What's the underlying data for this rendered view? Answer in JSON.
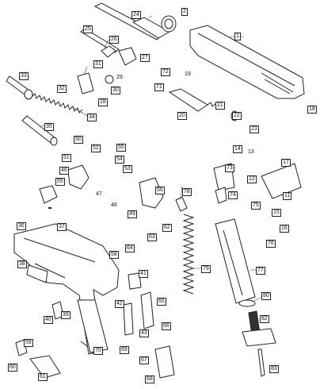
{
  "labels": {
    "1": "1",
    "2": "2",
    "12": "12",
    "13": "13",
    "14": "14",
    "15": "15",
    "16": "16",
    "17": "17",
    "18": "18",
    "19": "19",
    "20": "20",
    "21": "21",
    "22": "22",
    "23": "23",
    "24": "24",
    "25": "25",
    "26": "26",
    "27": "27",
    "28": "28",
    "29": "29",
    "30": "30",
    "31": "31",
    "32": "32",
    "33": "33",
    "34": "34",
    "35": "35",
    "36": "36",
    "37": "37",
    "38": "38",
    "39": "39",
    "40": "40",
    "41": "41",
    "42": "42",
    "43": "43",
    "46": "46",
    "47": "47",
    "48": "48",
    "49": "49",
    "50": "50",
    "51": "51",
    "52": "52",
    "53": "53",
    "54": "54",
    "55": "55",
    "56": "56",
    "58": "58",
    "59": "59",
    "60": "60",
    "61": "61",
    "62": "62",
    "63": "63",
    "64": "64",
    "65": "65",
    "66": "66",
    "67": "67",
    "68": "68",
    "69": "69",
    "70": "70",
    "71": "71",
    "72": "72",
    "73": "73",
    "74": "74",
    "75": "75",
    "76": "76",
    "77": "77",
    "78": "78",
    "79": "79",
    "80": "80",
    "82": "82",
    "83": "83",
    "11": "11"
  }
}
